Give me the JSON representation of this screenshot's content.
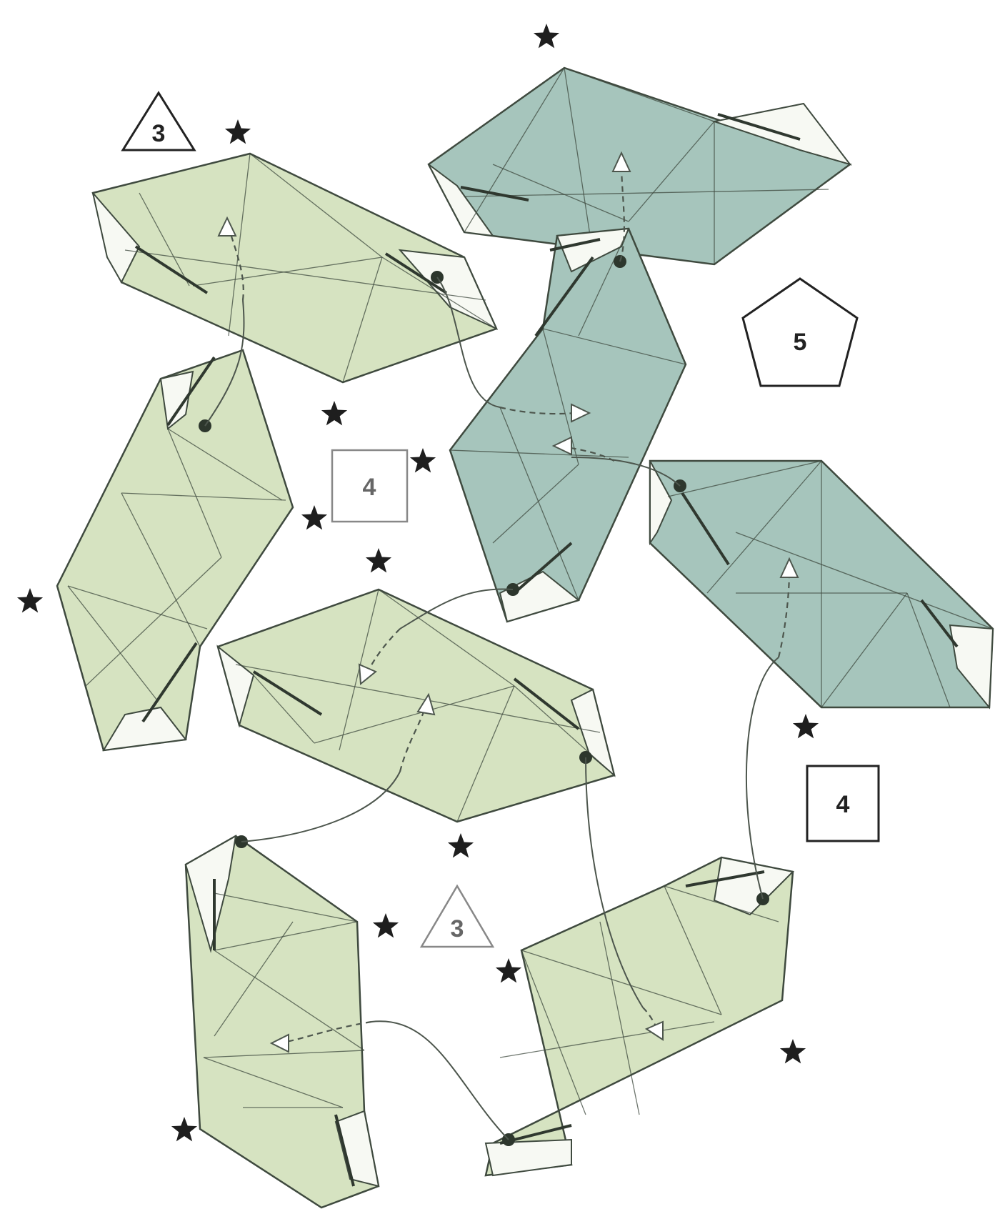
{
  "colors": {
    "light_unit": "#d6e3c1",
    "dark_unit": "#a6c5bc",
    "outline": "#3f4a3f",
    "background": "#ffffff"
  },
  "icons": [
    "star-icon",
    "dot-icon",
    "dashed-arrow-icon",
    "curved-connector-icon"
  ],
  "badges": {
    "triangle_top": "3",
    "triangle_bottom": "3",
    "square_middle": "4",
    "square_right": "4",
    "pentagon": "5"
  }
}
